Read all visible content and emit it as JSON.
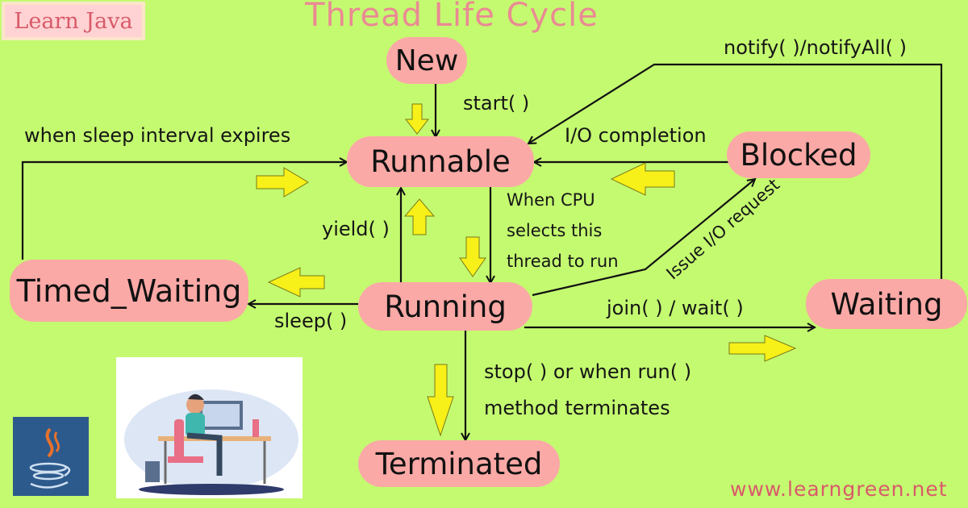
{
  "badge": {
    "text": "Learn Java"
  },
  "title": "Thread Life Cycle",
  "website": "www.learngreen.net",
  "states": {
    "new": "New",
    "runnable": "Runnable",
    "running": "Running",
    "blocked": "Blocked",
    "waiting": "Waiting",
    "timed_waiting": "Timed_Waiting",
    "terminated": "Terminated"
  },
  "transitions": {
    "start": "start( )",
    "notify": "notify( )/notifyAll( )",
    "io_completion": "I/O completion",
    "sleep_expires": "when sleep interval expires",
    "cpu_selects_1": "When CPU",
    "cpu_selects_2": "selects this",
    "cpu_selects_3": "thread to run",
    "yield": "yield( )",
    "io_request": "Issue I/O request",
    "sleep": "sleep( )",
    "join_wait": "join( ) / wait( )",
    "stop_1": "stop( ) or when run( )",
    "stop_2": "method terminates"
  },
  "colors": {
    "background": "#c4fa70",
    "state_fill": "#fba9a6",
    "hint_arrow": "#f7f019",
    "title": "#ea8a93"
  }
}
